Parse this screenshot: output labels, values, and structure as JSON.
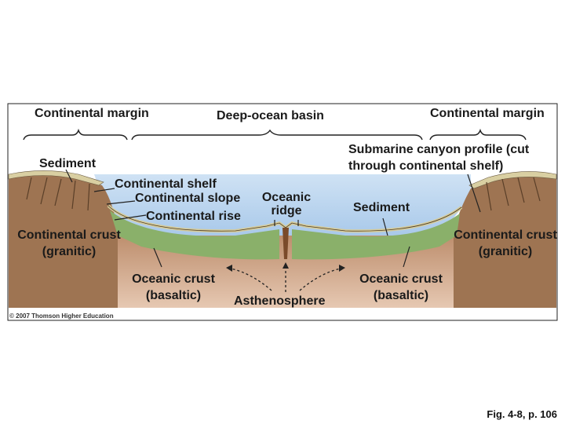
{
  "labels": {
    "continental_margin_left": "Continental margin",
    "deep_ocean_basin": "Deep-ocean basin",
    "continental_margin_right": "Continental margin",
    "sediment_left": "Sediment",
    "submarine_canyon": "Submarine canyon profile (cut through continental shelf)",
    "continental_shelf": "Continental shelf",
    "continental_slope": "Continental slope",
    "oceanic_ridge": "Oceanic ridge",
    "continental_rise": "Continental rise",
    "sediment_right": "Sediment",
    "continental_crust_left": "Continental crust (granitic)",
    "continental_crust_right": "Continental crust (granitic)",
    "oceanic_crust_left": "Oceanic crust (basaltic)",
    "oceanic_crust_right": "Oceanic crust (basaltic)",
    "asthenosphere": "Asthenosphere"
  },
  "copyright": "© 2007 Thomson Higher Education",
  "caption": "Fig. 4-8, p. 106",
  "colors": {
    "ocean": "#bcd6ef",
    "continental_crust": "#a07a58",
    "oceanic_crust_green": "#8ab06a",
    "mantle": "#c89a78",
    "sediment": "#d8cfa0",
    "frame": "#222222"
  }
}
